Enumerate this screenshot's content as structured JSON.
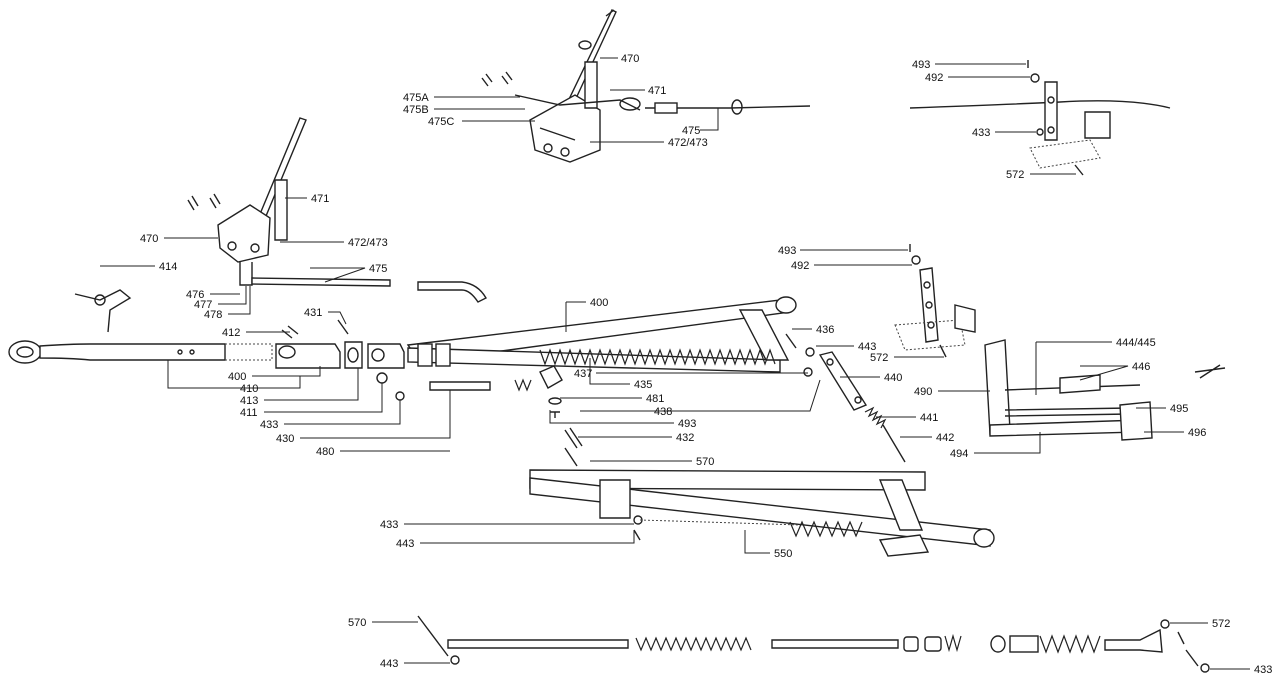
{
  "colors": {
    "line": "#222222",
    "background": "#ffffff"
  },
  "labels": [
    "470",
    "475A",
    "471",
    "475B",
    "475C",
    "475",
    "472/473",
    "493",
    "492",
    "433",
    "572",
    "471",
    "470",
    "472/473",
    "475",
    "414",
    "476",
    "477",
    "478",
    "400",
    "431",
    "412",
    "436",
    "443",
    "437",
    "435",
    "440",
    "481",
    "438",
    "493",
    "432",
    "441",
    "442",
    "570",
    "493",
    "492",
    "572",
    "444/445",
    "446",
    "490",
    "495",
    "496",
    "494",
    "400",
    "410",
    "413",
    "411",
    "433",
    "430",
    "480",
    "433",
    "443",
    "550",
    "570",
    "443",
    "572",
    "433"
  ]
}
